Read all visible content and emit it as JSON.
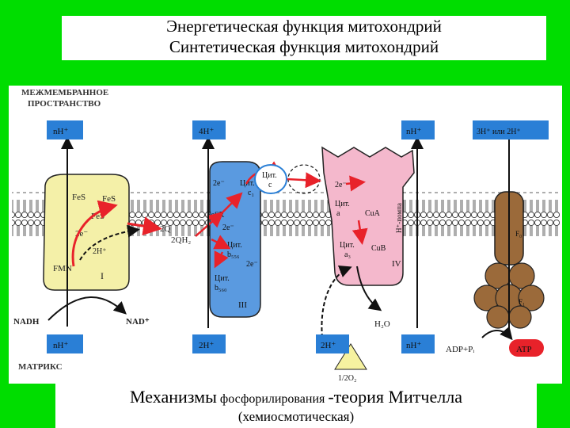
{
  "title": {
    "line1": "Энергетическая функция митохондрий",
    "line2": "Синтетическая функция митохондрий"
  },
  "caption": {
    "part1": "Механизмы",
    "part2": "фосфорилирования",
    "part3": "-теория Митчелла",
    "line2": "(хемиосмотическая)"
  },
  "labels": {
    "intermembrane_1": "МЕЖМЕМБРАННОЕ",
    "intermembrane_2": "ПРОСТРАНСТВО",
    "matrix": "МАТРИКС",
    "nh_top1": "nH⁺",
    "h4_top": "4H⁺",
    "nh_top2": "nH⁺",
    "h3_top": "3H⁺ или 2H⁺",
    "nh_bot1": "nH⁺",
    "h2_bot1": "2H⁺",
    "h2_bot2": "2H⁺",
    "nh_bot2": "nH⁺",
    "nadh": "NADH",
    "nad": "NAD⁺",
    "fes1": "FeS",
    "fes2": "FeS",
    "fes3": "FeS",
    "e2_c1": "2e⁻",
    "h2_c1": "2H⁺",
    "fmn": "FMN",
    "c1_roman": "I",
    "q": "2Q",
    "qh2": "2QH₂",
    "cyt_c": "Цит.",
    "cyt_c_sub": "c",
    "cyt_c1": "Цит.",
    "cyt_c1_sub": "c₁",
    "e2_c3a": "2e⁻",
    "fesr": "FeSR",
    "e2_c3b": "2e⁻",
    "cyt_b556": "Цит.",
    "cyt_b556_sub": "b₅₅₆",
    "e2_c3c": "2e⁻",
    "cyt_b560": "Цит.",
    "cyt_b560_sub": "b₅₆₀",
    "c3_roman": "III",
    "e2_c4": "2e⁻",
    "cyt_a": "Цит.",
    "cyt_a_sub": "a",
    "cua": "CuA",
    "cyt_a3": "Цит.",
    "cyt_a3_sub": "a₃",
    "cub": "CuB",
    "c4_roman": "IV",
    "h_pump": "H⁺-помпа",
    "h2o": "H₂O",
    "o2": "1/2O₂",
    "f0": "F₀",
    "f1": "F₁",
    "adp": "ADP+Pᵢ",
    "atp": "ATP"
  },
  "colors": {
    "frame_green": "#00dd00",
    "complex1": "#f4f0a8",
    "complex3": "#5a9ae0",
    "complex4": "#f4b8cc",
    "atp_synthase": "#9b6a3a",
    "arrow_red": "#e8222a",
    "proton_box": "#2a7fd6"
  }
}
